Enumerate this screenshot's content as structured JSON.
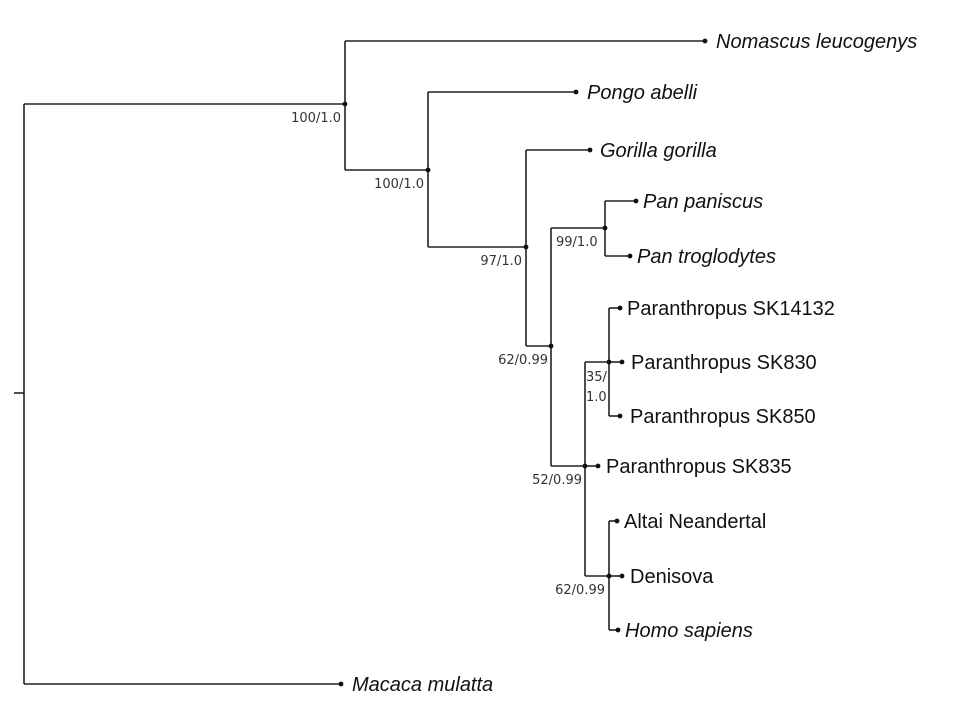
{
  "taxa": {
    "nomascus": {
      "label": "Nomascus leucogenys",
      "italic": true
    },
    "pongo": {
      "label": "Pongo abelli",
      "italic": true
    },
    "gorilla": {
      "label": "Gorilla gorilla",
      "italic": true
    },
    "pan_paniscus": {
      "label": "Pan paniscus",
      "italic": true
    },
    "pan_troglodytes": {
      "label": "Pan troglodytes",
      "italic": true
    },
    "sk14132": {
      "label": "Paranthropus SK14132",
      "color": "#8e4a68"
    },
    "sk830": {
      "label": "Paranthropus SK830",
      "color": "#d68a74"
    },
    "sk850": {
      "label": "Paranthropus SK850",
      "color": "#9bd1c6"
    },
    "sk835": {
      "label": "Paranthropus SK835",
      "color": "#f0cc78"
    },
    "altai": {
      "label": "Altai Neandertal"
    },
    "denisova": {
      "label": "Denisova"
    },
    "homo": {
      "label": "Homo sapiens",
      "italic": true
    },
    "macaca": {
      "label": "Macaca mulatta",
      "italic": true
    }
  },
  "support": {
    "hominoidea": "100/1.0",
    "hominidae": "100/1.0",
    "homininae": "97/1.0",
    "pan": "99/1.0",
    "pan_hominin": "62/0.99",
    "paranthropus_line1": "35/",
    "paranthropus_line2": "1.0",
    "hominin": "52/0.99",
    "homo": "62/0.99"
  }
}
